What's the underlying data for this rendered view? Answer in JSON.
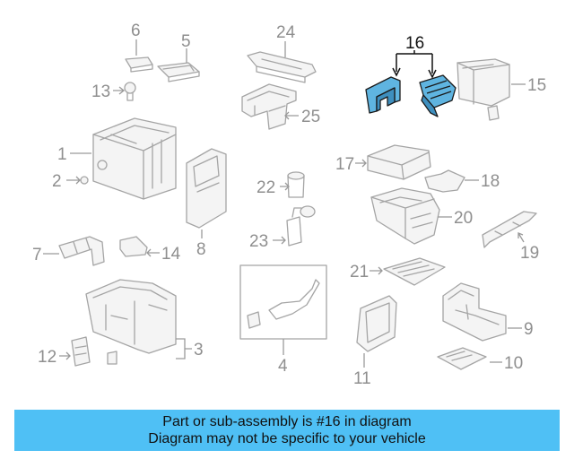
{
  "diagram": {
    "callouts": [
      "1",
      "2",
      "3",
      "4",
      "5",
      "6",
      "7",
      "8",
      "9",
      "10",
      "11",
      "12",
      "13",
      "14",
      "15",
      "16",
      "17",
      "18",
      "19",
      "20",
      "21",
      "22",
      "23",
      "24",
      "25"
    ],
    "highlighted_part": "16",
    "highlight_color": "#5fb4e0",
    "banner_color": "#4fc0f5"
  },
  "banner": {
    "line1": "Part or sub-assembly is #16 in diagram",
    "line2": "Diagram may not be specific to your vehicle"
  }
}
